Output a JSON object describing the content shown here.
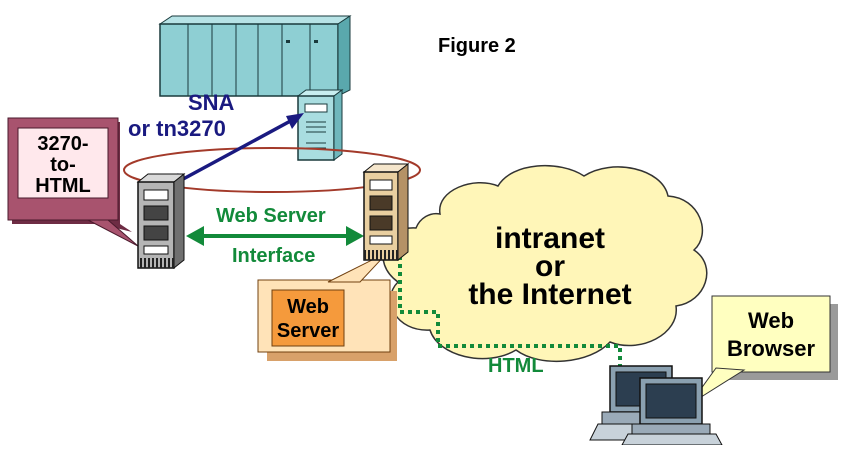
{
  "figure_label": "Figure 2",
  "labels": {
    "sna_line1": "SNA",
    "sna_line2": "or tn3270",
    "gateway_line1": "3270-",
    "gateway_line2": "to-",
    "gateway_line3": "HTML",
    "web_server_interface_line1": "Web Server",
    "web_server_interface_line2": "Interface",
    "cloud_line1": "intranet",
    "cloud_line2": "or",
    "cloud_line3": "the Internet",
    "web_server_box_line1": "Web",
    "web_server_box_line2": "Server",
    "html_link": "HTML",
    "browser_box_line1": "Web",
    "browser_box_line2": "Browser"
  },
  "colors": {
    "mainframe": "#8ecfd3",
    "navy_text": "#1a1a80",
    "green": "#128a3a",
    "gateway_callout": "#a8536e",
    "web_server_callout": "#f59a3c",
    "cloud": "#fff6b8",
    "browser_callout": "#ffffc0",
    "ring": "#a33a2a"
  },
  "icons": [
    "mainframe-icon",
    "front-end-processor-icon",
    "gateway-server-icon",
    "web-server-icon",
    "workstation-icon"
  ]
}
